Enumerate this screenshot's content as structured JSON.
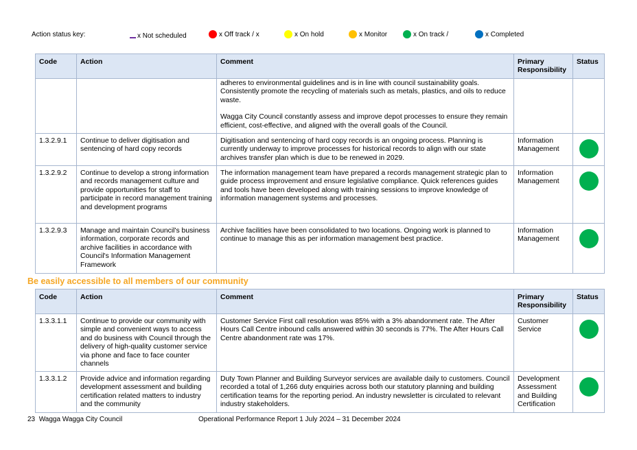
{
  "status_key": {
    "label": "Action status key:",
    "items": [
      {
        "text": "x Not scheduled",
        "color": "#7030a0",
        "shape": "dash"
      },
      {
        "text": "x Off track / x",
        "color": "#ff0000",
        "shape": "dot"
      },
      {
        "text": "x On hold",
        "color": "#ffff00",
        "shape": "dot"
      },
      {
        "text": "x Monitor",
        "color": "#ffc000",
        "shape": "dot"
      },
      {
        "text": "x On track /",
        "color": "#00b050",
        "shape": "dot"
      },
      {
        "text": "x Completed",
        "color": "#0070c0",
        "shape": "dot"
      }
    ]
  },
  "table_headers": {
    "code": "Code",
    "action": "Action",
    "comment": "Comment",
    "responsibility_line1": "Primary",
    "responsibility_line2": "Responsibility",
    "status": "Status"
  },
  "table1_rows": [
    {
      "code": "",
      "action": "",
      "comment_p1": "adheres to environmental guidelines and is in line with council sustainability goals. Consistently promote the recycling of materials such as metals, plastics, and oils to reduce waste.",
      "comment_p2": "Wagga City Council constantly assess and improve depot processes to ensure they remain efficient, cost-effective, and aligned with the overall goals of the Council.",
      "responsibility": "",
      "status": ""
    },
    {
      "code": "1.3.2.9.1",
      "action": "Continue to deliver digitisation and sentencing of hard copy records",
      "comment_p1": "Digitisation and sentencing of hard copy records is an ongoing process. Planning is currently underway to improve processes for historical records to align with our state archives transfer plan which is due to be renewed in 2029.",
      "responsibility": "Information Management",
      "status": "on-track"
    },
    {
      "code": "1.3.2.9.2",
      "action": "Continue to develop a strong information and records management culture and provide opportunities for staff to participate in record management training and development programs",
      "comment_p1": "The information management team have prepared a records management strategic plan to guide process improvement and ensure legislative compliance. Quick references guides and tools have been developed along with training sessions to improve knowledge of information management systems and processes.",
      "responsibility": "Information Management",
      "status": "on-track"
    },
    {
      "code": "1.3.2.9.3",
      "action": "Manage and maintain Council's business information, corporate records and archive facilities in accordance with Council's Information Management Framework",
      "comment_p1": "Archive facilities have been consolidated to two locations. Ongoing work is planned to continue to manage this as per information management best practice.",
      "responsibility": "Information Management",
      "status": "on-track"
    }
  ],
  "section_heading": "Be easily accessible to all members of our community",
  "table2_rows": [
    {
      "code": "1.3.3.1.1",
      "action": "Continue to provide our community with simple and convenient ways to access and do business with Council through the delivery of high-quality customer service via phone and face to face counter channels",
      "comment_p1": "Customer Service First call resolution was 85% with a 3% abandonment rate. The After Hours Call Centre inbound calls answered within 30 seconds is 77%. The After Hours Call Centre abandonment rate was 17%.",
      "responsibility": "Customer Service",
      "status": "on-track"
    },
    {
      "code": "1.3.3.1.2",
      "action": "Provide advice and information regarding development assessment and building certification related matters to industry and the community",
      "comment_p1": "Duty Town Planner and Building Surveyor services are available daily to customers. Council recorded a total of 1,266 duty enquiries across both our statutory planning and building certification teams for the reporting period. An industry newsletter is circulated to relevant industry stakeholders.",
      "responsibility": "Development Assessment and Building Certification",
      "status": "on-track"
    }
  ],
  "footer": {
    "page_number": "23",
    "organisation": "Wagga Wagga City Council",
    "report_title": "Operational Performance Report 1 July 2024 – 31 December 2024"
  }
}
